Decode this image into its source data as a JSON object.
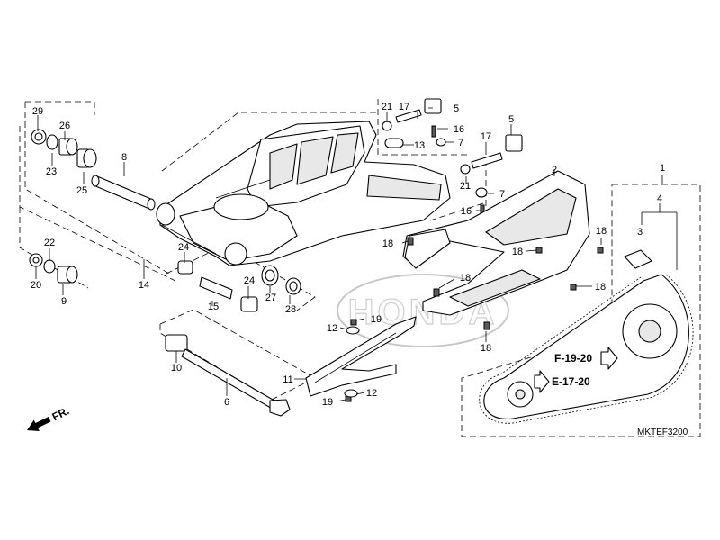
{
  "callouts": [
    {
      "id": "c29",
      "text": "29"
    },
    {
      "id": "c26",
      "text": "26"
    },
    {
      "id": "c23",
      "text": "23"
    },
    {
      "id": "c25",
      "text": "25"
    },
    {
      "id": "c8",
      "text": "8"
    },
    {
      "id": "c22",
      "text": "22"
    },
    {
      "id": "c20",
      "text": "20"
    },
    {
      "id": "c9",
      "text": "9"
    },
    {
      "id": "c14",
      "text": "14"
    },
    {
      "id": "c24a",
      "text": "24"
    },
    {
      "id": "c24b",
      "text": "24"
    },
    {
      "id": "c15",
      "text": "15"
    },
    {
      "id": "c27",
      "text": "27"
    },
    {
      "id": "c28",
      "text": "28"
    },
    {
      "id": "c10",
      "text": "10"
    },
    {
      "id": "c6",
      "text": "6"
    },
    {
      "id": "c21a",
      "text": "21"
    },
    {
      "id": "c17a",
      "text": "17"
    },
    {
      "id": "c5a",
      "text": "5"
    },
    {
      "id": "c16a",
      "text": "16"
    },
    {
      "id": "c7a",
      "text": "7"
    },
    {
      "id": "c13",
      "text": "13"
    },
    {
      "id": "c5b",
      "text": "5"
    },
    {
      "id": "c17b",
      "text": "17"
    },
    {
      "id": "c21b",
      "text": "21"
    },
    {
      "id": "c7b",
      "text": "7"
    },
    {
      "id": "c16b",
      "text": "16"
    },
    {
      "id": "c2",
      "text": "2"
    },
    {
      "id": "c18a",
      "text": "18"
    },
    {
      "id": "c18b",
      "text": "18"
    },
    {
      "id": "c18c",
      "text": "18"
    },
    {
      "id": "c18d",
      "text": "18"
    },
    {
      "id": "c18e",
      "text": "18"
    },
    {
      "id": "c18f",
      "text": "18"
    },
    {
      "id": "c1",
      "text": "1"
    },
    {
      "id": "c4",
      "text": "4"
    },
    {
      "id": "c3",
      "text": "3"
    },
    {
      "id": "c19a",
      "text": "19"
    },
    {
      "id": "c12a",
      "text": "12"
    },
    {
      "id": "c11",
      "text": "11"
    },
    {
      "id": "c12b",
      "text": "12"
    },
    {
      "id": "c19b",
      "text": "19"
    }
  ],
  "references": {
    "ref1": "F-19-20",
    "ref2": "E-17-20"
  },
  "direction_label": "FR.",
  "diagram_code": "MKTEF3200",
  "watermark_text": "HONDA",
  "colors": {
    "line": "#000000",
    "shade": "#e8e8e8",
    "dark": "#5a5a5a",
    "watermark": "#c8c8c8"
  }
}
